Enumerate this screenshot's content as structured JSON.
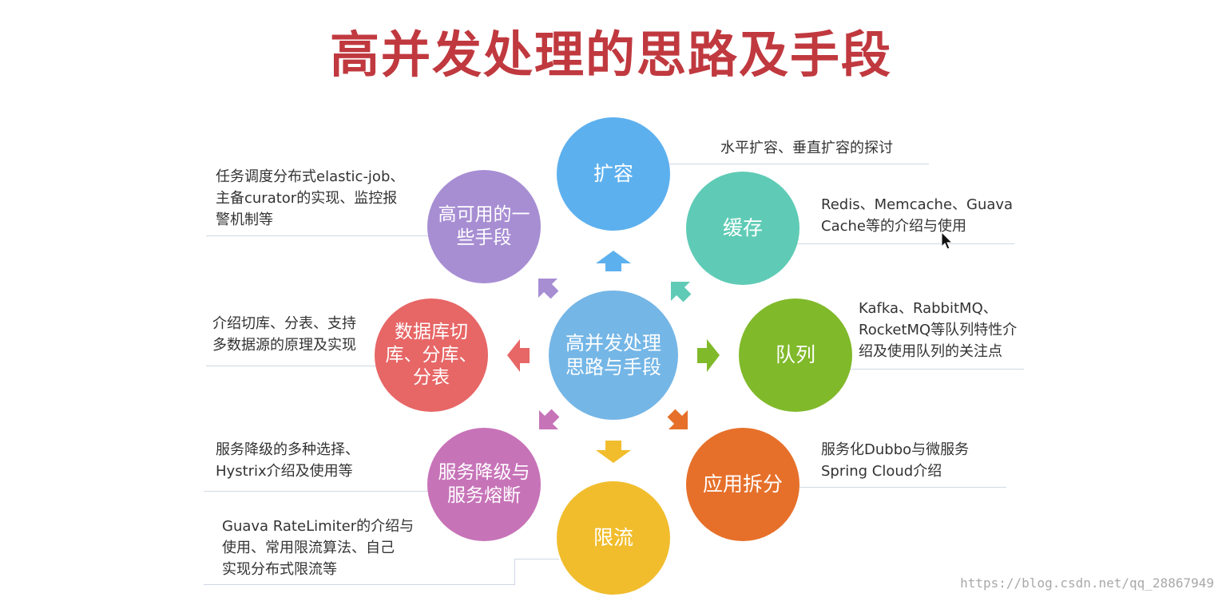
{
  "title": "高并发处理的思路及手段",
  "center": "高并发处理\n思路与手段",
  "nodes": {
    "kuorong": "扩容",
    "huancun": "缓存",
    "duilie": "队列",
    "yingyong": "应用拆分",
    "xianliu": "限流",
    "jiangji": "服务降级与\n服务熔断",
    "shujuku": "数据库切\n库、分库、\n分表",
    "gaokeyong": "高可用的一\n些手段"
  },
  "descs": {
    "kuorong": "水平扩容、垂直扩容的探讨",
    "huancun": "Redis、Memcache、Guava\nCache等的介绍与使用",
    "duilie": "Kafka、RabbitMQ、\nRocketMQ等队列特性介\n绍及使用队列的关注点",
    "yingyong": "服务化Dubbo与微服务\nSpring Cloud介绍",
    "xianliu": "Guava RateLimiter的介绍与\n使用、常用限流算法、自己\n实现分布式限流等",
    "jiangji": "服务降级的多种选择、\nHystrix介绍及使用等",
    "shujuku": "介绍切库、分表、支持\n多数据源的原理及实现",
    "gaokeyong": "任务调度分布式elastic-job、\n主备curator的实现、监控报\n警机制等"
  },
  "colors": {
    "title": "#c0393f",
    "center": "#74b6e6",
    "kuorong": "#5db0ee",
    "huancun": "#5fcbb6",
    "duilie": "#80b92a",
    "yingyong": "#e6702a",
    "xianliu": "#f1bd2d",
    "jiangji": "#c773b8",
    "shujuku": "#e76666",
    "gaokeyong": "#a78ed3"
  },
  "watermark": "https://blog.csdn.net/qq_28867949"
}
